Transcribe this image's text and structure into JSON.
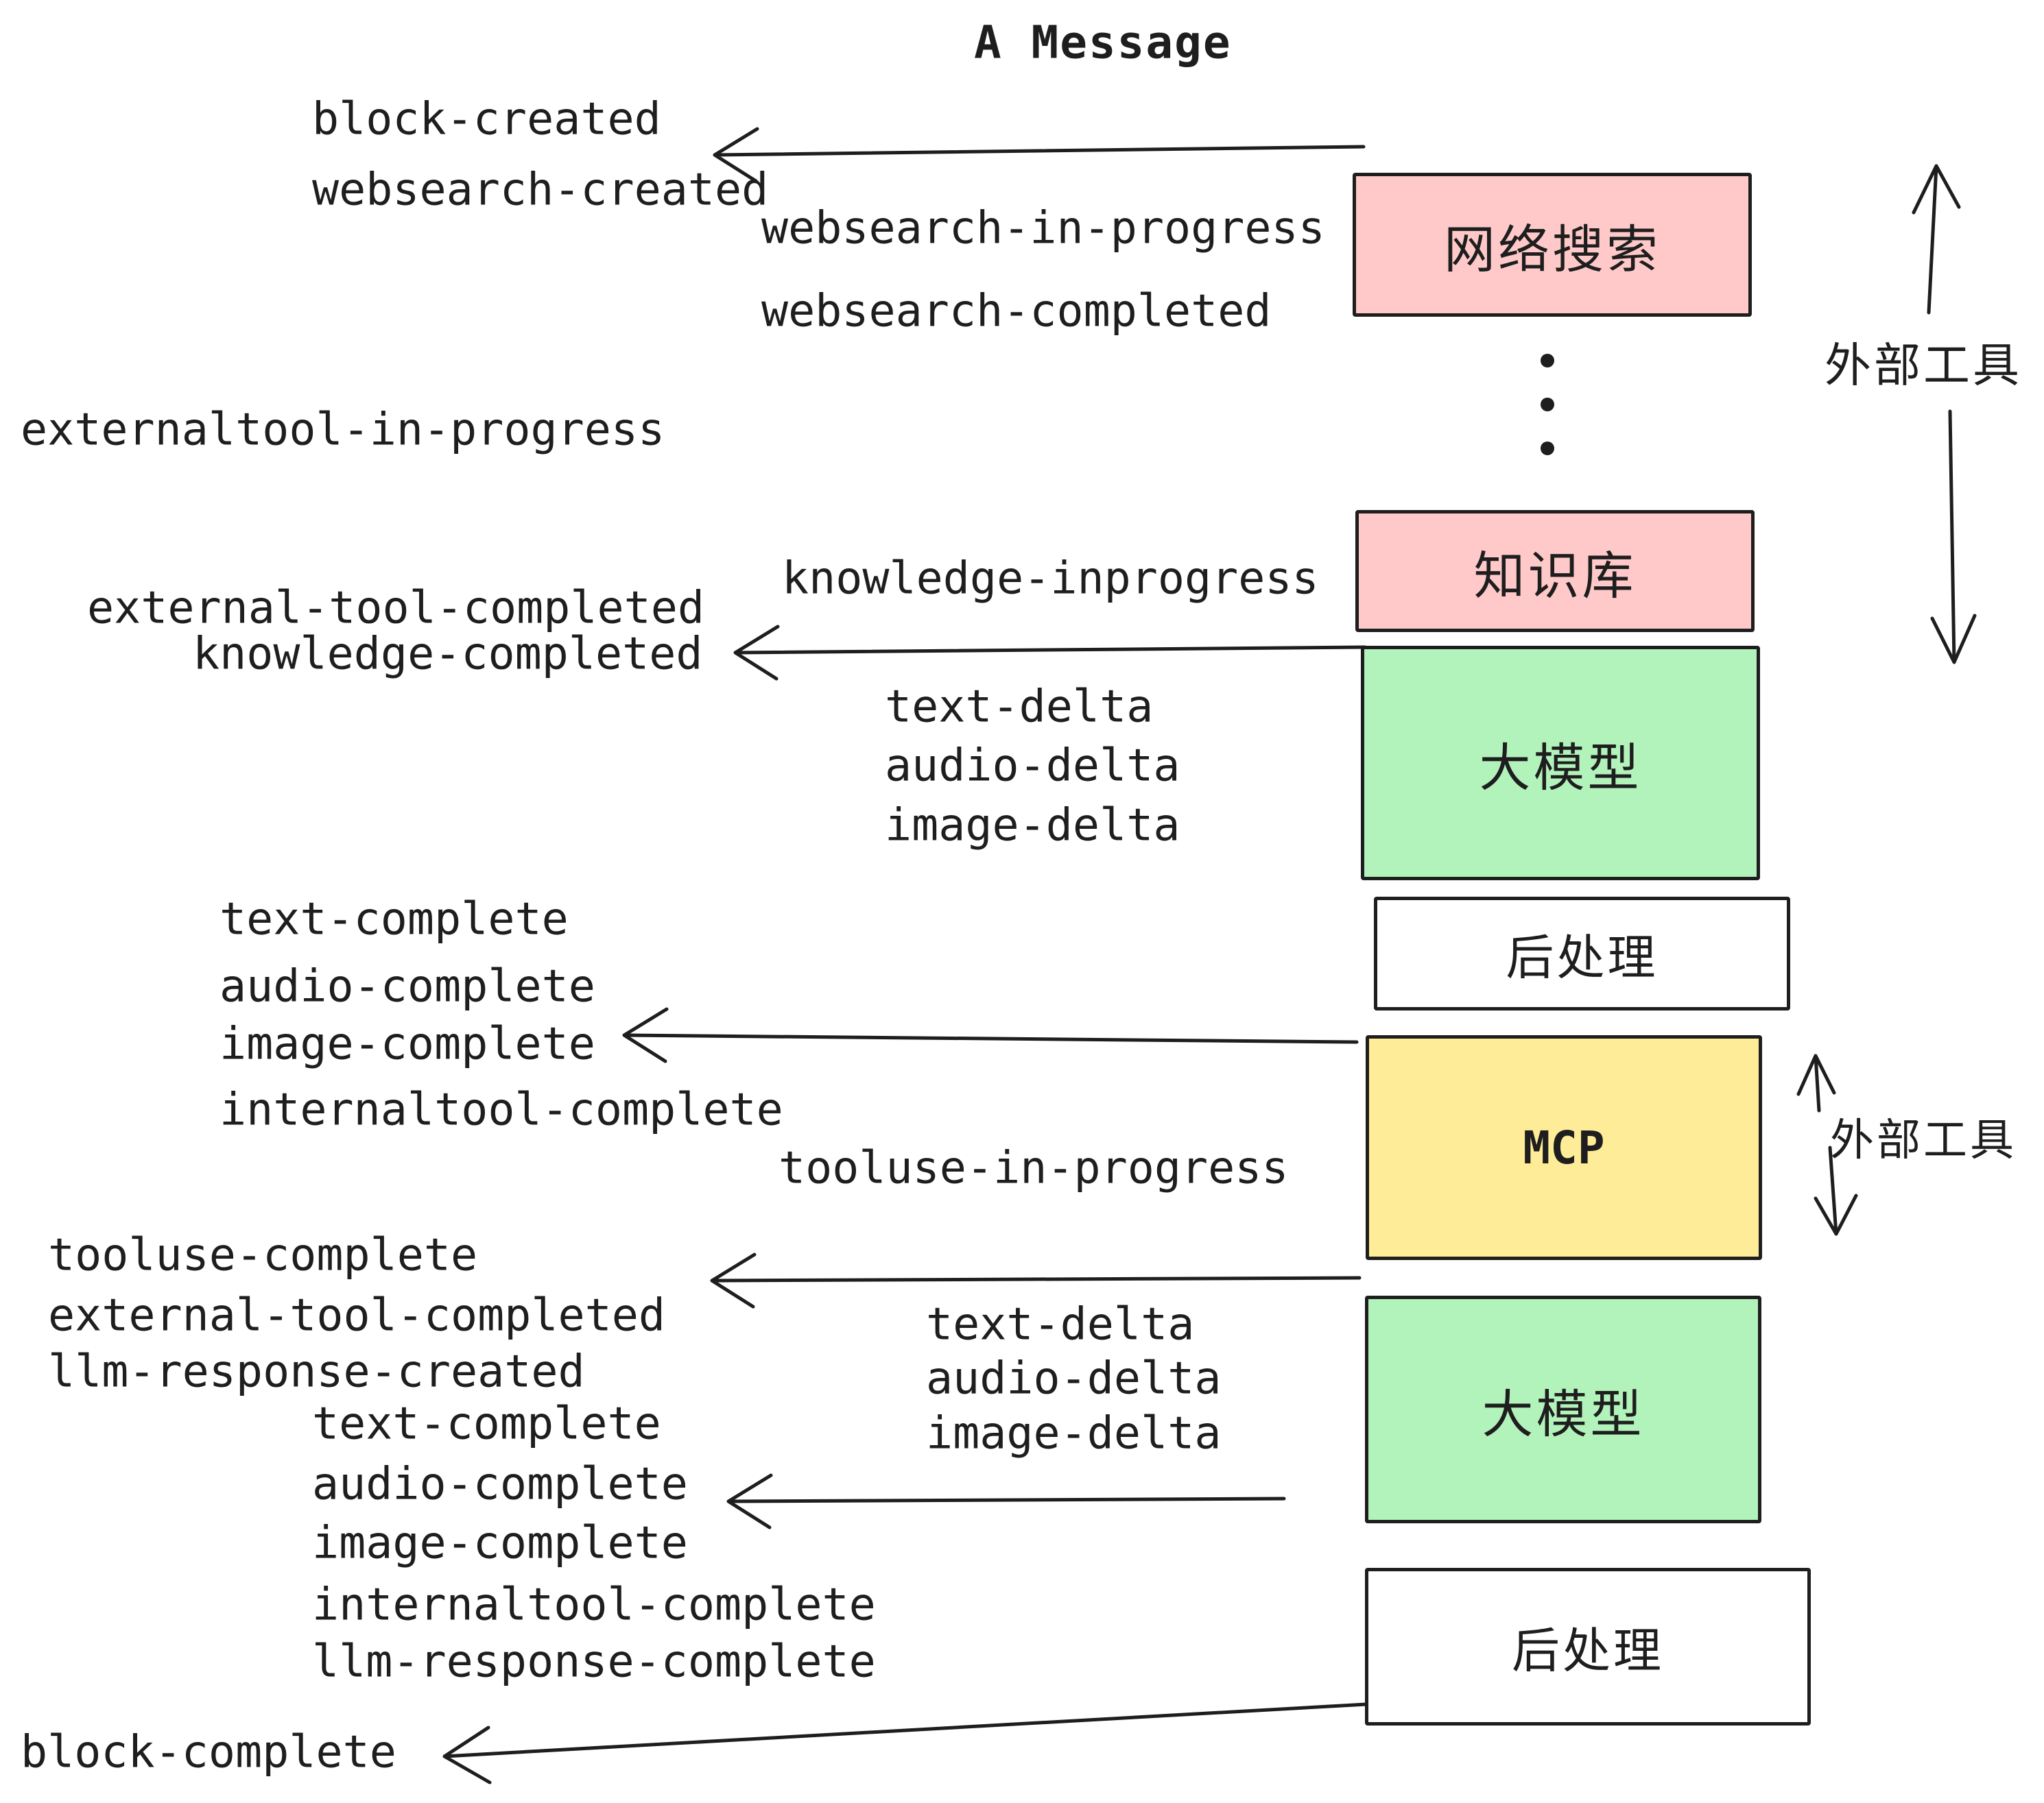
{
  "title": "A Message",
  "colors": {
    "ink": "#1e1e1e",
    "pink": "#ffc9c9",
    "green": "#b2f2bb",
    "yellow": "#ffec99",
    "white": "#ffffff"
  },
  "pipeline": {
    "boxes": [
      {
        "id": "websearch",
        "label": "网络搜索",
        "color": "#ffc9c9"
      },
      {
        "id": "knowledge",
        "label": "知识库",
        "color": "#ffc9c9"
      },
      {
        "id": "llm-1",
        "label": "大模型",
        "color": "#b2f2bb"
      },
      {
        "id": "postprocess-1",
        "label": "后处理",
        "color": "#ffffff"
      },
      {
        "id": "mcp",
        "label": "MCP",
        "color": "#ffec99"
      },
      {
        "id": "llm-2",
        "label": "大模型",
        "color": "#b2f2bb"
      },
      {
        "id": "postprocess-2",
        "label": "后处理",
        "color": "#ffffff"
      }
    ]
  },
  "annotations": {
    "external_tools_top": "外部工具",
    "external_tools_mcp": "外部工具",
    "ellipsis_icon": "vertical-ellipsis-dots"
  },
  "events": {
    "block_created": "block-created",
    "websearch_created": "websearch-created",
    "websearch_in_progress": "websearch-in-progress",
    "websearch_completed": "websearch-completed",
    "externaltool_in_progress": "externaltool-in-progress",
    "knowledge_inprogress": "knowledge-inprogress",
    "external_tool_completed_1": "external-tool-completed",
    "knowledge_completed": "knowledge-completed",
    "text_delta_1": "text-delta",
    "audio_delta_1": "audio-delta",
    "image_delta_1": "image-delta",
    "text_complete_1": "text-complete",
    "audio_complete_1": "audio-complete",
    "image_complete_1": "image-complete",
    "internaltool_complete_1": "internaltool-complete",
    "tooluse_in_progress": "tooluse-in-progress",
    "tooluse_complete": "tooluse-complete",
    "external_tool_completed_2": "external-tool-completed",
    "llm_response_created": "llm-response-created",
    "text_delta_2": "text-delta",
    "audio_delta_2": "audio-delta",
    "image_delta_2": "image-delta",
    "text_complete_2": "text-complete",
    "audio_complete_2": "audio-complete",
    "image_complete_2": "image-complete",
    "internaltool_complete_2": "internaltool-complete",
    "llm_response_complete": "llm-response-complete",
    "block_complete": "block-complete"
  }
}
